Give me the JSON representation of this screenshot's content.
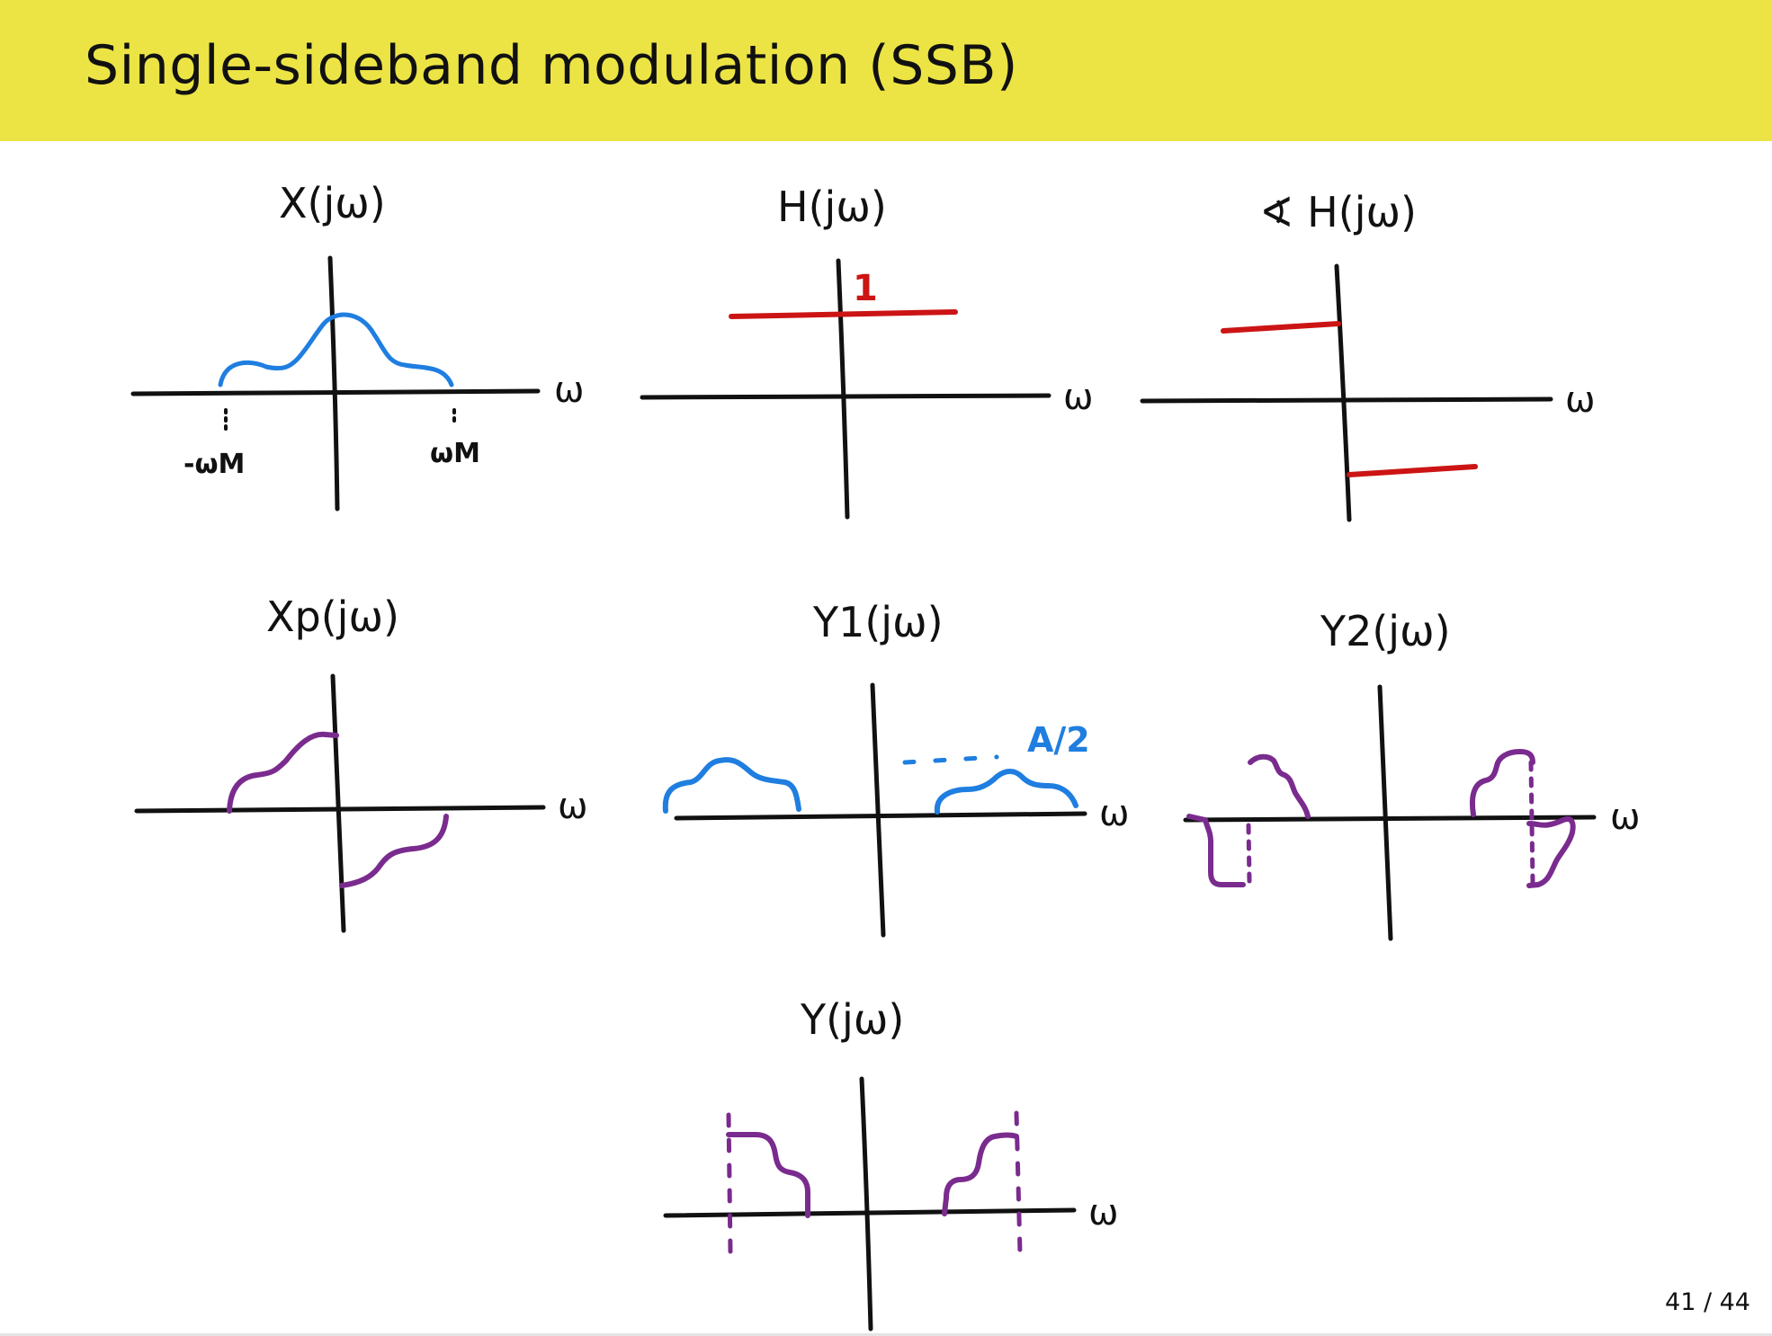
{
  "slide": {
    "title": "Single-sideband modulation (SSB)",
    "page_number": "41 / 44"
  },
  "colors": {
    "title_bar": "#ece445",
    "axis": "#111111",
    "spectrum_blue": "#1f7ee0",
    "filter_red": "#cc1414",
    "spectrum_purple": "#7a2b8e"
  },
  "axis_symbol": "ω",
  "plots": {
    "x": {
      "label": "X(jω)",
      "tick_neg": "-ωM",
      "tick_pos": "ωM"
    },
    "h": {
      "label": "H(jω)",
      "gain": "1"
    },
    "h_phase": {
      "label": "∢ H(jω)"
    },
    "xp": {
      "label": "Xp(jω)"
    },
    "y1": {
      "label": "Y1(jω)",
      "amplitude": "A/2"
    },
    "y2": {
      "label": "Y2(jω)"
    },
    "y": {
      "label": "Y(jω)"
    }
  }
}
